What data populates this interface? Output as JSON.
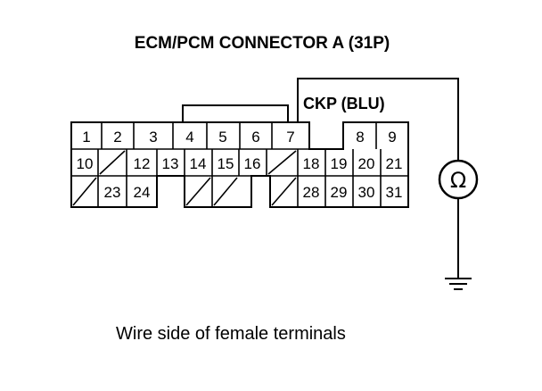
{
  "title": "ECM/PCM CONNECTOR A (31P)",
  "probe_label": "CKP (BLU)",
  "meter_symbol": "Ω",
  "caption": "Wire side of female terminals",
  "connector": {
    "row1": [
      "1",
      "2",
      "3",
      "4",
      "5",
      "6",
      "7",
      "",
      "8",
      "9"
    ],
    "row2": [
      "10",
      "/",
      "12",
      "13",
      "14",
      "15",
      "16",
      "/",
      "18",
      "19",
      "20",
      "21"
    ],
    "row3": [
      "/",
      "23",
      "24",
      "",
      "/",
      "/",
      "",
      "/",
      "28",
      "29",
      "30",
      "31"
    ]
  },
  "colors": {
    "line": "#000000",
    "background": "#ffffff"
  }
}
